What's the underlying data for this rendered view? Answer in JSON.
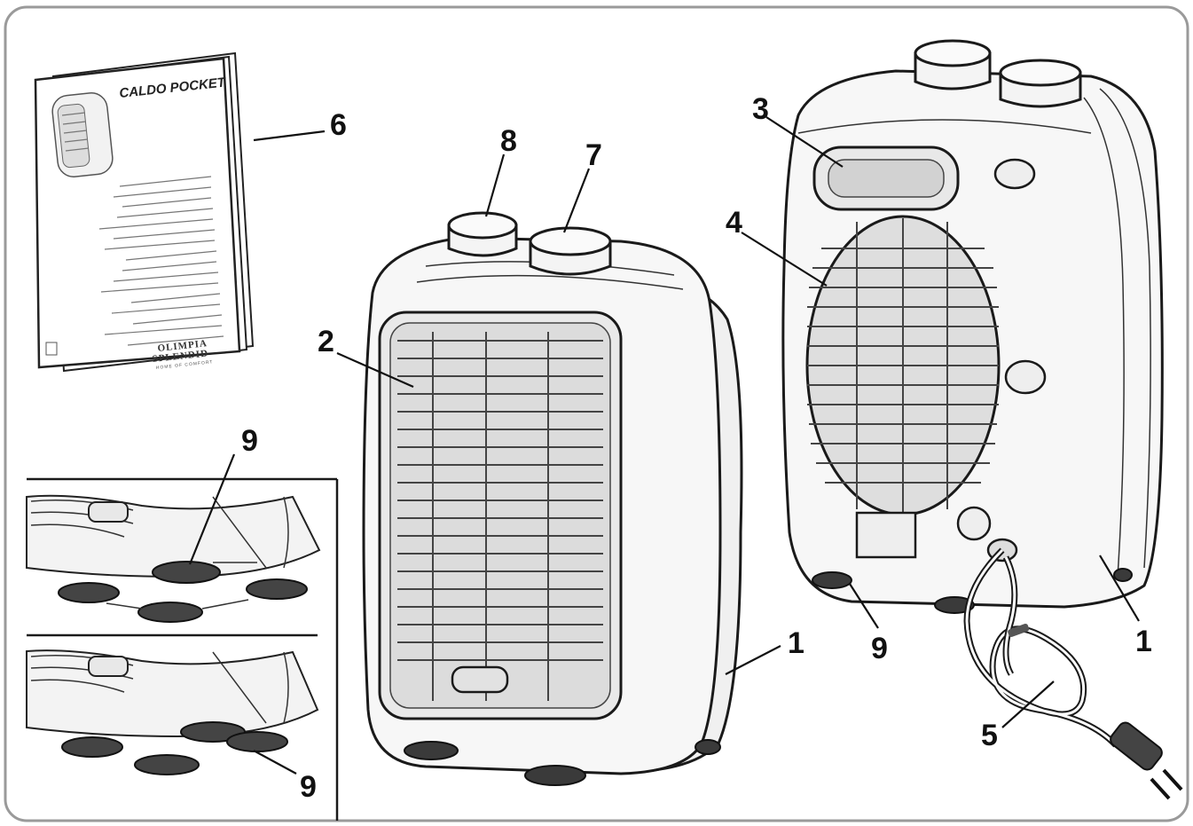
{
  "manual": {
    "title": "CALDO POCKET",
    "brand_top": "OLIMPIA",
    "brand_bottom": "SPLENDID",
    "brand_sub": "HOME OF COMFORT"
  },
  "callouts": {
    "c1_front": "1",
    "c1_back": "1",
    "c2": "2",
    "c3": "3",
    "c4": "4",
    "c5": "5",
    "c6": "6",
    "c7": "7",
    "c8": "8",
    "c9_inset_top": "9",
    "c9_inset_bottom": "9",
    "c9_back": "9"
  },
  "colors": {
    "border": "#9a9a9a",
    "outline": "#1a1a1a",
    "body_fill": "#f7f7f7"
  }
}
